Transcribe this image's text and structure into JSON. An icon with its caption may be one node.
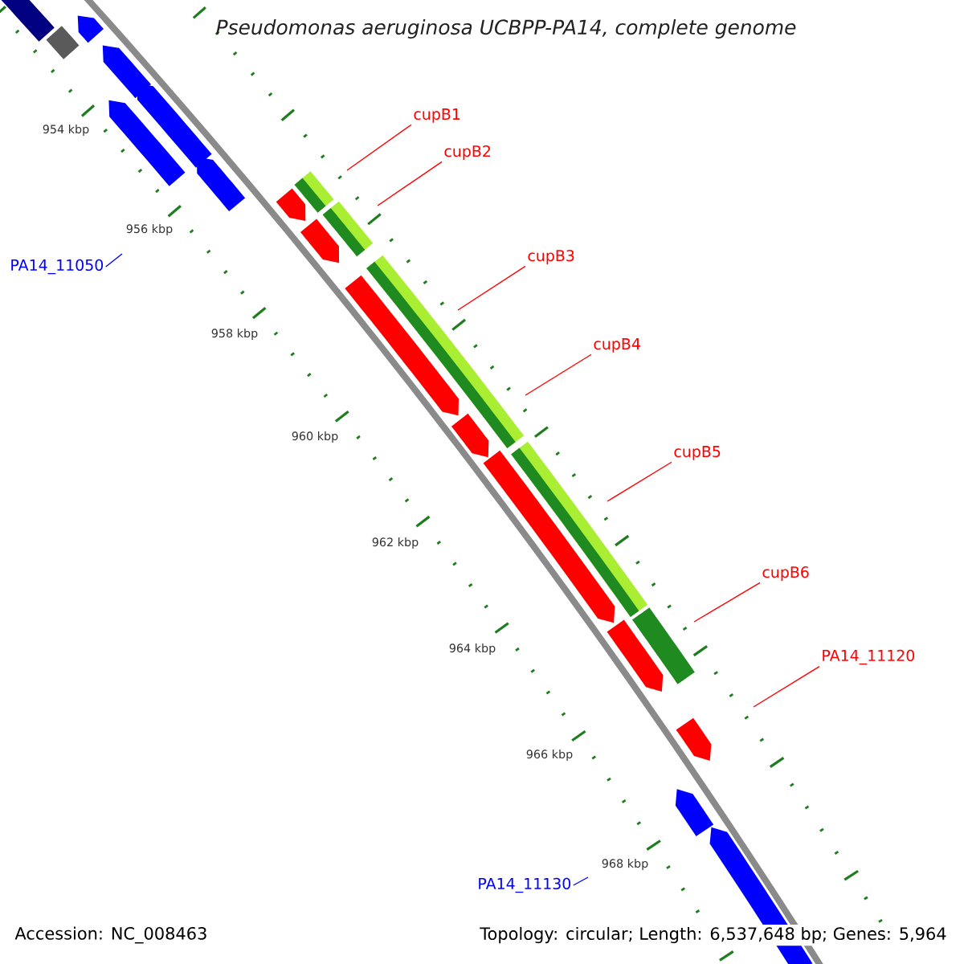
{
  "diagram": {
    "title": "Pseudomonas aeruginosa UCBPP-PA14, complete genome",
    "nodes": [
      {
        "text": [
          "cupB1"
        ]
      },
      {
        "text": [
          "cupB2"
        ]
      },
      {
        "text": [
          "cupB3"
        ]
      },
      {
        "text": [
          "PA14_11050"
        ]
      },
      {
        "text": [
          "cupB4"
        ]
      },
      {
        "text": [
          "cupB5"
        ]
      },
      {
        "text": [
          "cupB6"
        ]
      },
      {
        "text": [
          "PA14_11120"
        ]
      },
      {
        "text": [
          "PA14_11130"
        ]
      }
    ],
    "edges": [
      {
        "from": 0,
        "to": null,
        "arrow": "none"
      },
      {
        "from": 1,
        "to": null,
        "arrow": "none"
      },
      {
        "from": 2,
        "to": null,
        "arrow": "none"
      },
      {
        "from": 3,
        "to": null,
        "arrow": "none",
        "color": "#0000ff"
      },
      {
        "from": 4,
        "to": null,
        "arrow": "none"
      },
      {
        "from": 5,
        "to": null,
        "arrow": "none"
      },
      {
        "from": 6,
        "to": null,
        "arrow": "none"
      },
      {
        "from": 7,
        "to": null,
        "arrow": "none"
      },
      {
        "from": 8,
        "to": null,
        "arrow": "none",
        "color": "#0000ff"
      }
    ],
    "labels": [
      "954 kbp",
      "956 kbp",
      "958 kbp",
      "960 kbp",
      "962 kbp",
      "964 kbp",
      "966 kbp",
      "968 kbp",
      "Accession: NC_008463",
      "Topology: circular; Length: 6,537,648 bp; Genes: 5,964"
    ]
  }
}
